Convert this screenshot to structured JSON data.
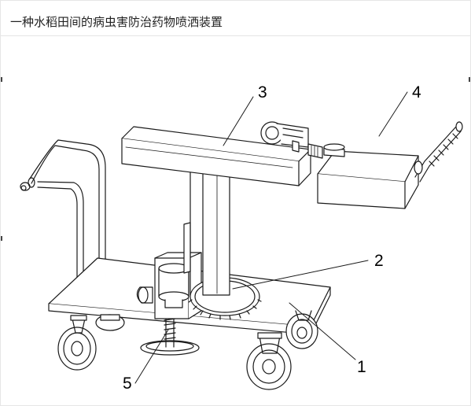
{
  "page": {
    "title": "一种水稻田间的病虫害防治药物喷洒装置"
  },
  "diagram": {
    "part_labels": [
      {
        "id": "1",
        "text": "1"
      },
      {
        "id": "2",
        "text": "2"
      },
      {
        "id": "3",
        "text": "3"
      },
      {
        "id": "4",
        "text": "4"
      },
      {
        "id": "5",
        "text": "5"
      }
    ]
  },
  "colors": {
    "line": "#1a1a1a",
    "paper": "#ffffff",
    "shade": "#d9d9d9"
  }
}
